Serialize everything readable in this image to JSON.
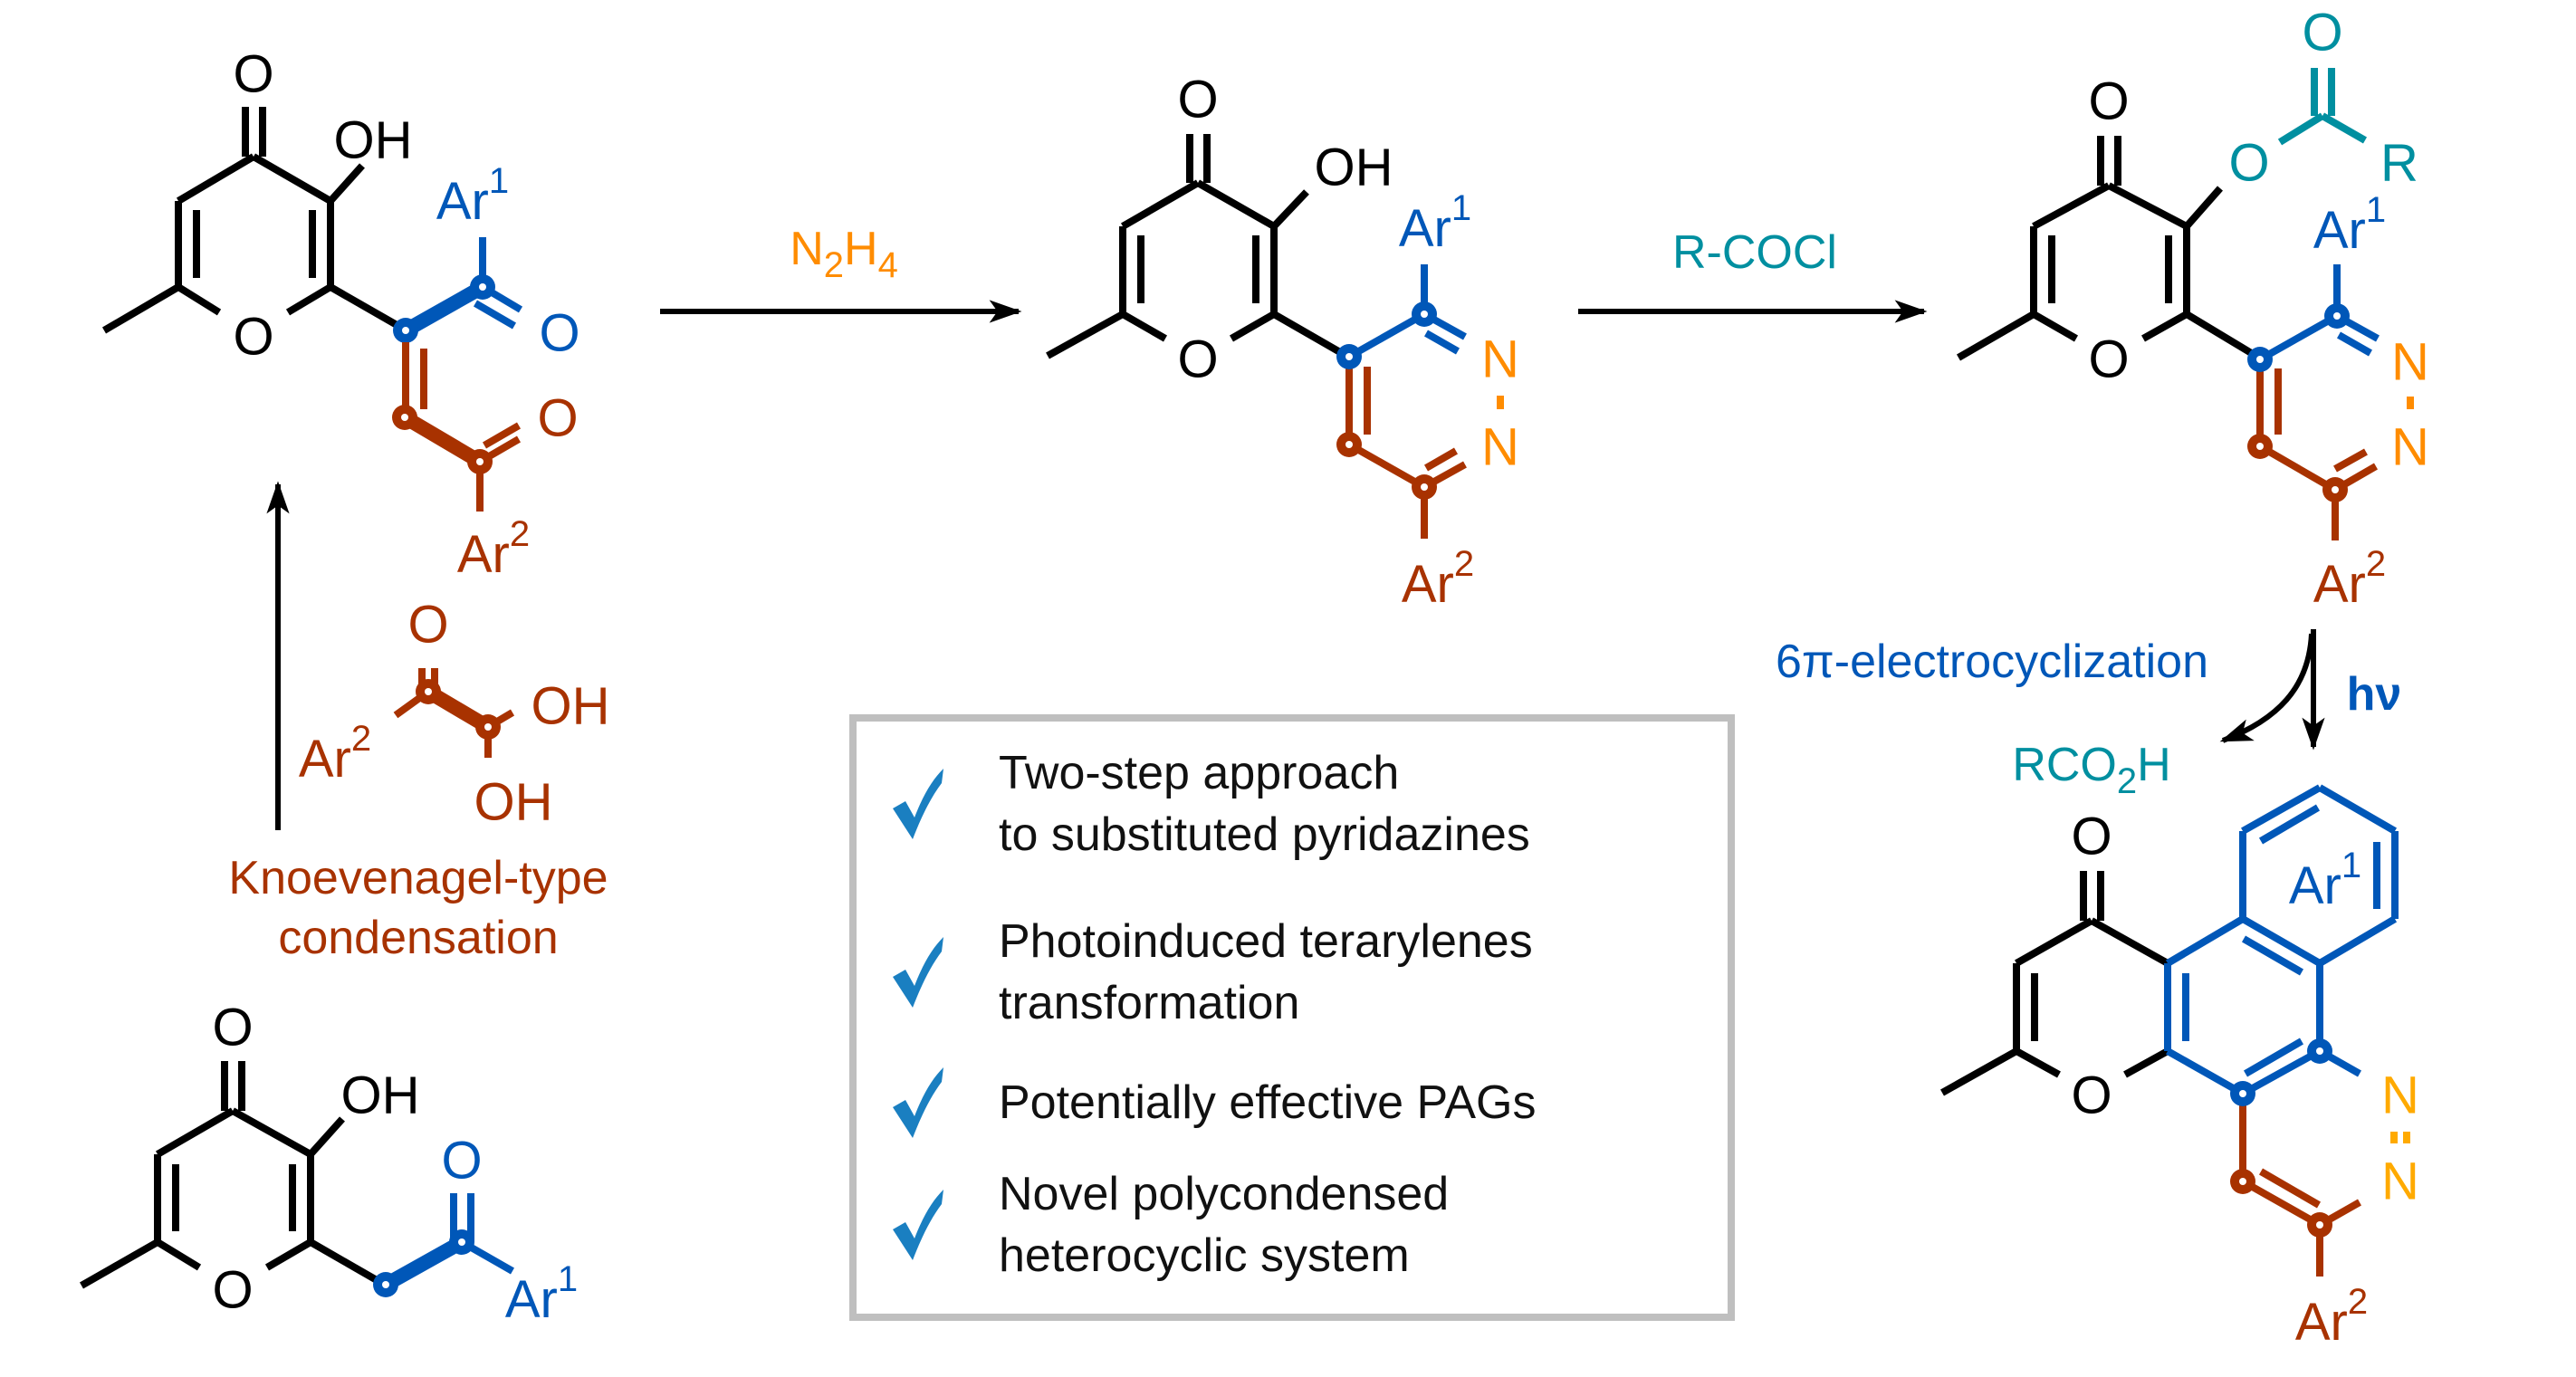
{
  "colors": {
    "black": "#000000",
    "ar1_blue": "#0057b8",
    "ar2_brown": "#a83200",
    "hydrazine_orange": "#ff8c00",
    "acyl_teal": "#008fa0",
    "product_n_yellow": "#ffaa00",
    "check_blue": "#1a7fc1",
    "box_gray": "#bfbfbf"
  },
  "reagents": {
    "step1": {
      "main": "N",
      "sub1": "2",
      "mid": "H",
      "sub2": "4",
      "full": "N2H4"
    },
    "step2": "R-COCl",
    "step3_label": "6π-electrocyclization",
    "step3_light": "hν",
    "byproduct": {
      "main": "RCO",
      "sub": "2",
      "tail": "H",
      "full": "RCO2H"
    },
    "condensation_line1": "Knoevenagel-type",
    "condensation_line2": "condensation"
  },
  "atoms": {
    "O": "O",
    "OH": "OH",
    "N": "N",
    "R": "R",
    "Ar": "Ar",
    "ar1_sup": "1",
    "ar2_sup": "2"
  },
  "features": [
    {
      "lines": [
        "Two-step approach",
        "to substituted pyridazines"
      ]
    },
    {
      "lines": [
        "Photoinduced terarylenes",
        "transformation"
      ]
    },
    {
      "lines": [
        "Potentially effective PAGs"
      ]
    },
    {
      "lines": [
        "Novel polycondensed",
        "heterocyclic system"
      ]
    }
  ],
  "icons": {
    "check": "checkmark-icon"
  }
}
